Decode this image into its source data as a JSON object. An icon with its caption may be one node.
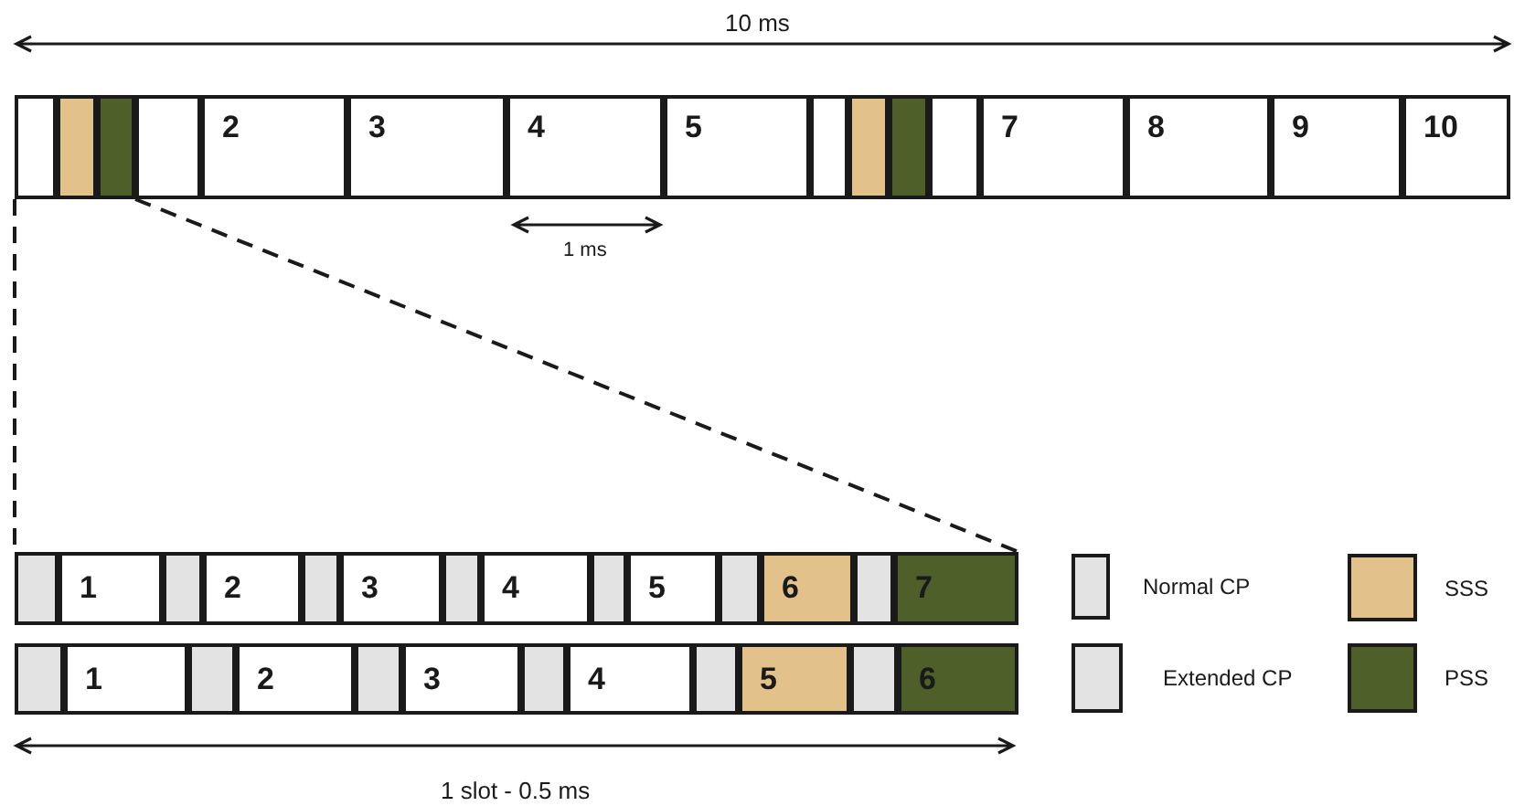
{
  "diagram": {
    "nodes": [
      {
        "text": [],
        "shape": "box"
      },
      {
        "text": [],
        "shape": "box",
        "in": 0
      },
      {
        "text": [],
        "shape": "box",
        "in": 0
      },
      {
        "text": [],
        "shape": "box",
        "in": 0
      },
      {
        "text": [],
        "shape": "box",
        "in": 0
      },
      {
        "text": [
          "2"
        ],
        "in": 0
      },
      {
        "text": [
          "3"
        ],
        "in": 0
      },
      {
        "text": [
          "4"
        ],
        "in": 0
      },
      {
        "text": [
          "5"
        ],
        "in": 0
      },
      {
        "text": [],
        "shape": "box",
        "in": 0
      },
      {
        "text": [],
        "shape": "box",
        "in": 0
      },
      {
        "text": [],
        "shape": "box",
        "in": 0
      },
      {
        "text": [],
        "shape": "box",
        "in": 0
      },
      {
        "text": [
          "7"
        ],
        "in": 0
      },
      {
        "text": [
          "8"
        ],
        "in": 0
      },
      {
        "text": [
          "9"
        ],
        "in": 0
      },
      {
        "text": [
          "10"
        ],
        "in": 0
      },
      {
        "text": [],
        "shape": "box"
      },
      {
        "text": [],
        "shape": "box",
        "in": 17
      },
      {
        "text": [
          "1"
        ],
        "in": 17
      },
      {
        "text": [],
        "shape": "box",
        "in": 17
      },
      {
        "text": [
          "2"
        ],
        "in": 17
      },
      {
        "text": [],
        "shape": "box",
        "in": 17
      },
      {
        "text": [
          "3"
        ],
        "in": 17
      },
      {
        "text": [],
        "shape": "box",
        "in": 17
      },
      {
        "text": [
          "4"
        ],
        "in": 17
      },
      {
        "text": [],
        "shape": "box",
        "in": 17
      },
      {
        "text": [
          "5"
        ],
        "in": 17
      },
      {
        "text": [],
        "shape": "box",
        "in": 17
      },
      {
        "text": [
          "6"
        ],
        "in": 17
      },
      {
        "text": [],
        "shape": "box",
        "in": 17
      },
      {
        "text": [
          "7"
        ],
        "in": 17
      },
      {
        "text": [],
        "shape": "box"
      },
      {
        "text": [],
        "shape": "box",
        "in": 32
      },
      {
        "text": [
          "1"
        ],
        "in": 32
      },
      {
        "text": [],
        "shape": "box",
        "in": 32
      },
      {
        "text": [
          "2"
        ],
        "in": 32
      },
      {
        "text": [],
        "shape": "box",
        "in": 32
      },
      {
        "text": [
          "3"
        ],
        "in": 32
      },
      {
        "text": [],
        "shape": "box",
        "in": 32
      },
      {
        "text": [
          "4"
        ],
        "in": 32
      },
      {
        "text": [],
        "shape": "box",
        "in": 32
      },
      {
        "text": [
          "5"
        ],
        "in": 32
      },
      {
        "text": [],
        "shape": "box",
        "in": 32
      },
      {
        "text": [
          "6"
        ],
        "in": 32
      }
    ],
    "edges": [
      {
        "from": 0,
        "to": 17,
        "arrow": "none",
        "style": "dashed"
      },
      {
        "from": 3,
        "to": 17,
        "arrow": "none",
        "style": "dashed"
      }
    ],
    "labels": [
      "10 ms",
      "1 ms",
      "1 slot - 0.5 ms"
    ],
    "legend": [
      {
        "text": "Normal CP",
        "color": "#e3e3e3"
      },
      {
        "text": "SSS",
        "color": "#e3c18a"
      },
      {
        "text": "Extended CP",
        "color": "#e3e3e3"
      },
      {
        "text": "PSS",
        "color": "#4f5f2a"
      }
    ]
  }
}
